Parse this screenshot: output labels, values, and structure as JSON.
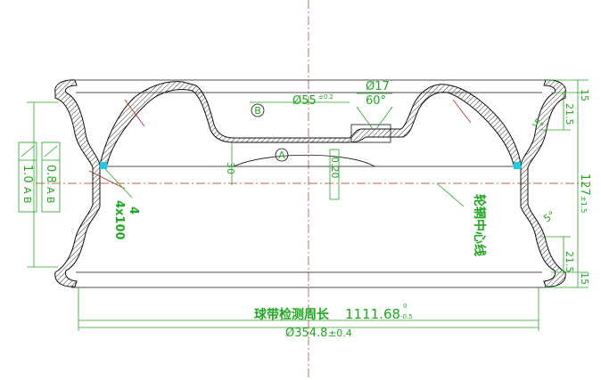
{
  "dimensions": {
    "hub_bore": "Ø55",
    "hub_bore_tol": "±0.2",
    "bolt_hole": "Ø17",
    "countersink_angle": "60°",
    "offset_height": "30",
    "bead_width_top": "15",
    "bead_width_bottom": "15",
    "bead_seat_top": "21.5",
    "bead_seat_bottom": "21.5",
    "overall_width": "127",
    "overall_width_tol": "±1.5",
    "angle_top": "5°",
    "angle_bottom": "5°",
    "rim_diameter": "Ø354.8",
    "rim_diameter_tol": "±0.4",
    "bead_circumference_label": "球带检测周长",
    "bead_circumference_value": "1111.68",
    "bead_circumference_upper": "0",
    "bead_circumference_lower": "-0.5"
  },
  "tolerances": {
    "runout_radial": "0.8",
    "runout_axial": "1.0",
    "datum_ab": "A B",
    "flatness": "0.20",
    "datum_a": "A",
    "datum_b": "B"
  },
  "annotations": {
    "weld_count": "4",
    "weld_size": "4x100",
    "wheel_centerline": "轮辋中心线"
  }
}
